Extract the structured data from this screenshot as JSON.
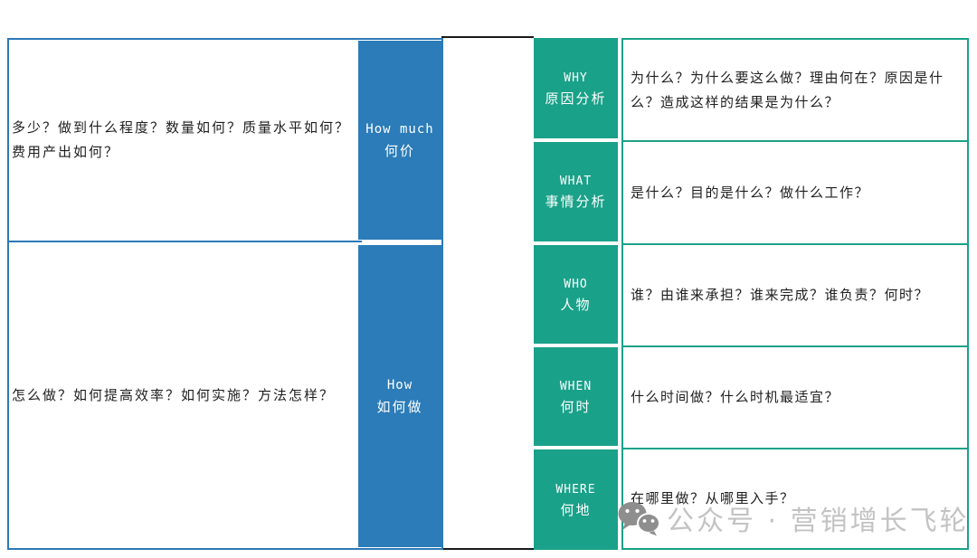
{
  "colors": {
    "blue_fill": "#2b7cb8",
    "blue_border": "#2e79b6",
    "green_fill": "#1aa189",
    "connector_line": "#1a1a1a",
    "question_text": "#1f1f1f",
    "label_text": "#ffffff",
    "watermark_text": "#c3c3c3",
    "watermark_icon": "#8e8e8e"
  },
  "left_table": {
    "rows": [
      {
        "label_en": "How much",
        "label_cn": "何价",
        "question": "多少？做到什么程度？数量如何？质量水平如何？费用产出如何？"
      },
      {
        "label_en": "How",
        "label_cn": "如何做",
        "question": "怎么做？如何提高效率？如何实施？方法怎样？"
      }
    ]
  },
  "right_table": {
    "rows": [
      {
        "label_en": "WHY",
        "label_cn": "原因分析",
        "question": "为什么？为什么要这么做？理由何在？原因是什么？造成这样的结果是为什么？"
      },
      {
        "label_en": "WHAT",
        "label_cn": "事情分析",
        "question": "是什么？目的是什么？做什么工作？"
      },
      {
        "label_en": "WHO",
        "label_cn": "人物",
        "question": "谁？由谁来承担？谁来完成？谁负责？何时？"
      },
      {
        "label_en": "WHEN",
        "label_cn": "何时",
        "question": "什么时间做？什么时机最适宜？"
      },
      {
        "label_en": "WHERE",
        "label_cn": "何地",
        "question": "在哪里做？从哪里入手？"
      }
    ]
  },
  "watermark": {
    "icon": "wechat-icon",
    "text": "公众号 · 营销增长飞轮"
  }
}
